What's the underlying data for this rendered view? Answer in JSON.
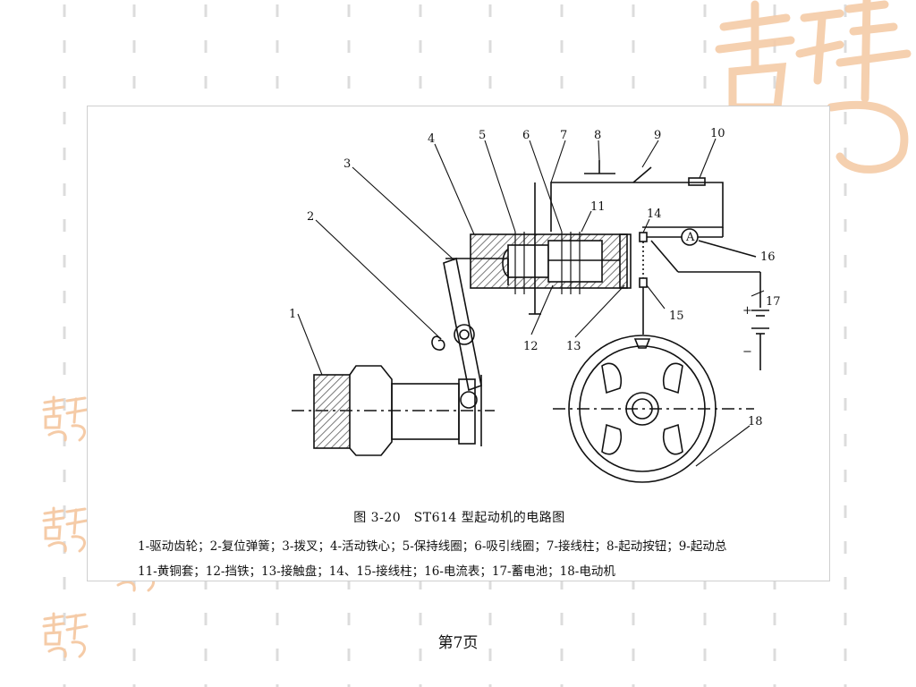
{
  "figure": {
    "title": "图 3-20　ST614 型起动机的电路图",
    "legend_line1": "1-驱动齿轮；2-复位弹簧；3-拨叉；4-活动铁心；5-保持线圈；6-吸引线圈；7-接线柱；8-起动按钮；9-起动总",
    "legend_line2": "11-黄铜套；12-挡铁；13-接触盘；14、15-接线柱；16-电流表；17-蓄电池；18-电动机",
    "labels": {
      "n1": "1",
      "n2": "2",
      "n3": "3",
      "n4": "4",
      "n5": "5",
      "n6": "6",
      "n7": "7",
      "n8": "8",
      "n9": "9",
      "n10": "10",
      "n11": "11",
      "n12": "12",
      "n13": "13",
      "n14": "14",
      "n15": "15",
      "n16": "16",
      "n17": "17",
      "n18": "18"
    },
    "ammeter_symbol": "A",
    "battery_plus": "+",
    "battery_minus": "−"
  },
  "footer": {
    "page_number": "第7页"
  },
  "decoration": {
    "seal_text": "吉祥意"
  },
  "colors": {
    "dash": "#dcdcdc",
    "seal": "#f5cba7",
    "line": "#111111",
    "hatch": "#555555"
  }
}
